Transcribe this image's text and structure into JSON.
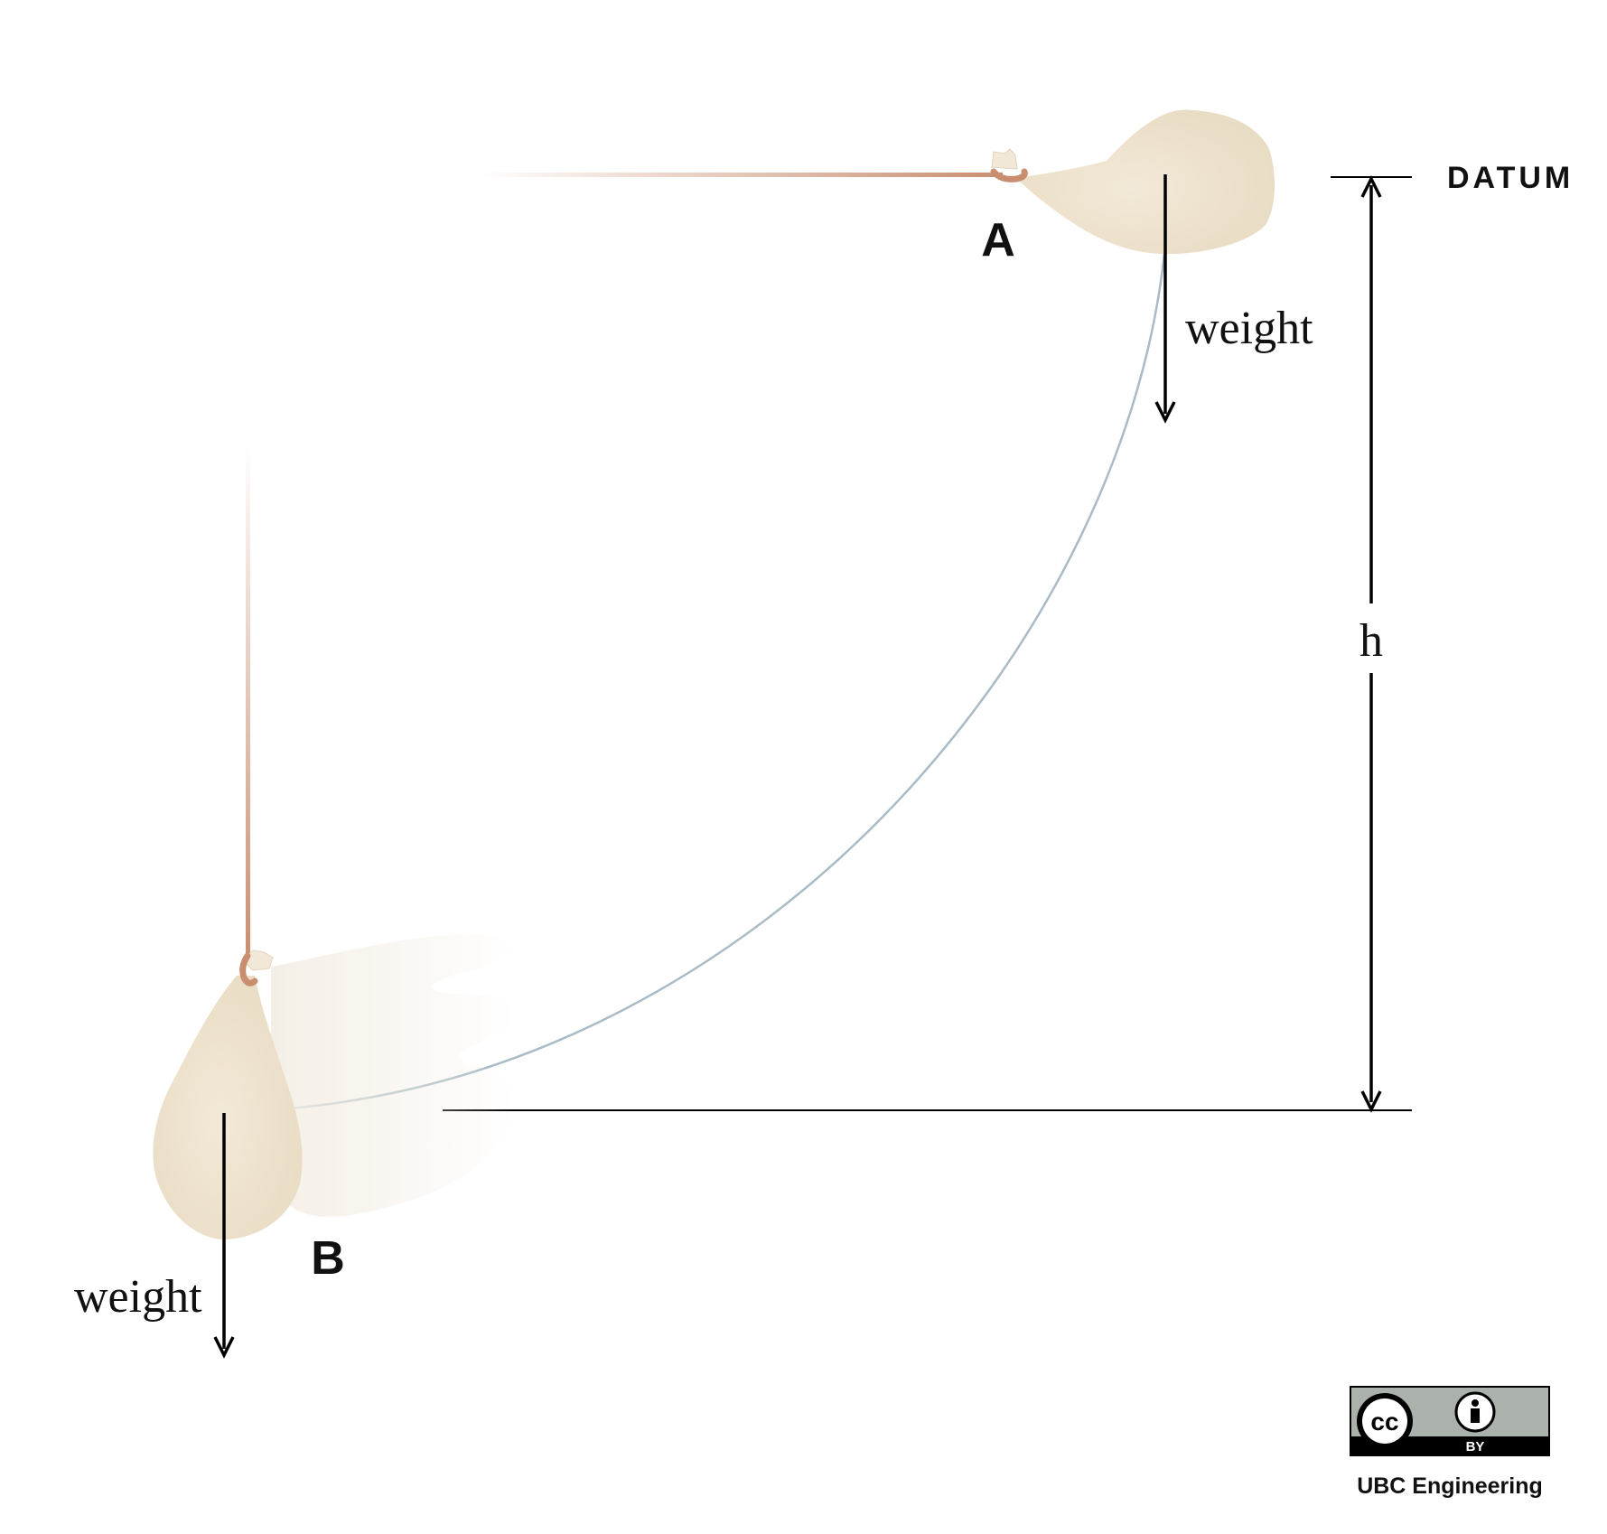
{
  "labels": {
    "point_a": "A",
    "point_b": "B",
    "datum": "DATUM",
    "height": "h",
    "weight_top": "weight",
    "weight_bottom": "weight"
  },
  "license": {
    "icon": "cc-by-icon",
    "by_text": "BY",
    "credit": "UBC Engineering"
  },
  "colors": {
    "bag_fill": "#efe4d1",
    "rope": "#c98e70",
    "arc_path": "#a9bcc6",
    "lines": "#000000"
  }
}
